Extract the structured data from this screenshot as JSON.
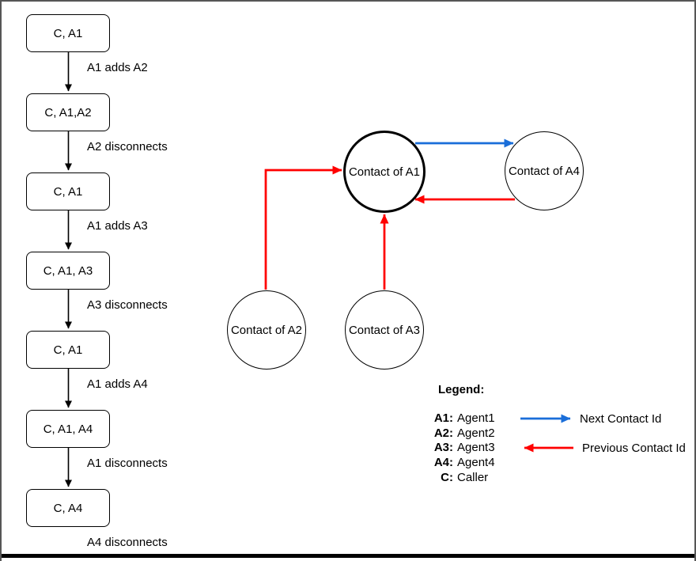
{
  "colors": {
    "next_edge": "#1a6ed9",
    "previous_edge": "#ff0000",
    "flow_stroke": "#000000"
  },
  "flow": {
    "boxes": [
      {
        "label": "C, A1"
      },
      {
        "label": "C, A1,A2"
      },
      {
        "label": "C, A1"
      },
      {
        "label": "C, A1, A3"
      },
      {
        "label": "C, A1"
      },
      {
        "label": "C, A1, A4"
      },
      {
        "label": "C, A4"
      }
    ],
    "transitions": [
      {
        "label": "A1 adds A2"
      },
      {
        "label": "A2 disconnects"
      },
      {
        "label": "A1 adds A3"
      },
      {
        "label": "A3 disconnects"
      },
      {
        "label": "A1 adds A4"
      },
      {
        "label": "A1 disconnects"
      },
      {
        "label": "A4 disconnects"
      }
    ]
  },
  "graph": {
    "nodes": [
      {
        "label": "Contact of A1"
      },
      {
        "label": "Contact of A4"
      },
      {
        "label": "Contact of A2"
      },
      {
        "label": "Contact of A3"
      }
    ]
  },
  "legend": {
    "title": "Legend:",
    "entries": [
      {
        "key": "A1:",
        "value": "Agent1"
      },
      {
        "key": "A2:",
        "value": "Agent2"
      },
      {
        "key": "A3:",
        "value": "Agent3"
      },
      {
        "key": "A4:",
        "value": "Agent4"
      },
      {
        "key": "C:",
        "value": "Caller"
      }
    ],
    "next_label": "Next Contact Id",
    "previous_label": "Previous Contact Id"
  }
}
